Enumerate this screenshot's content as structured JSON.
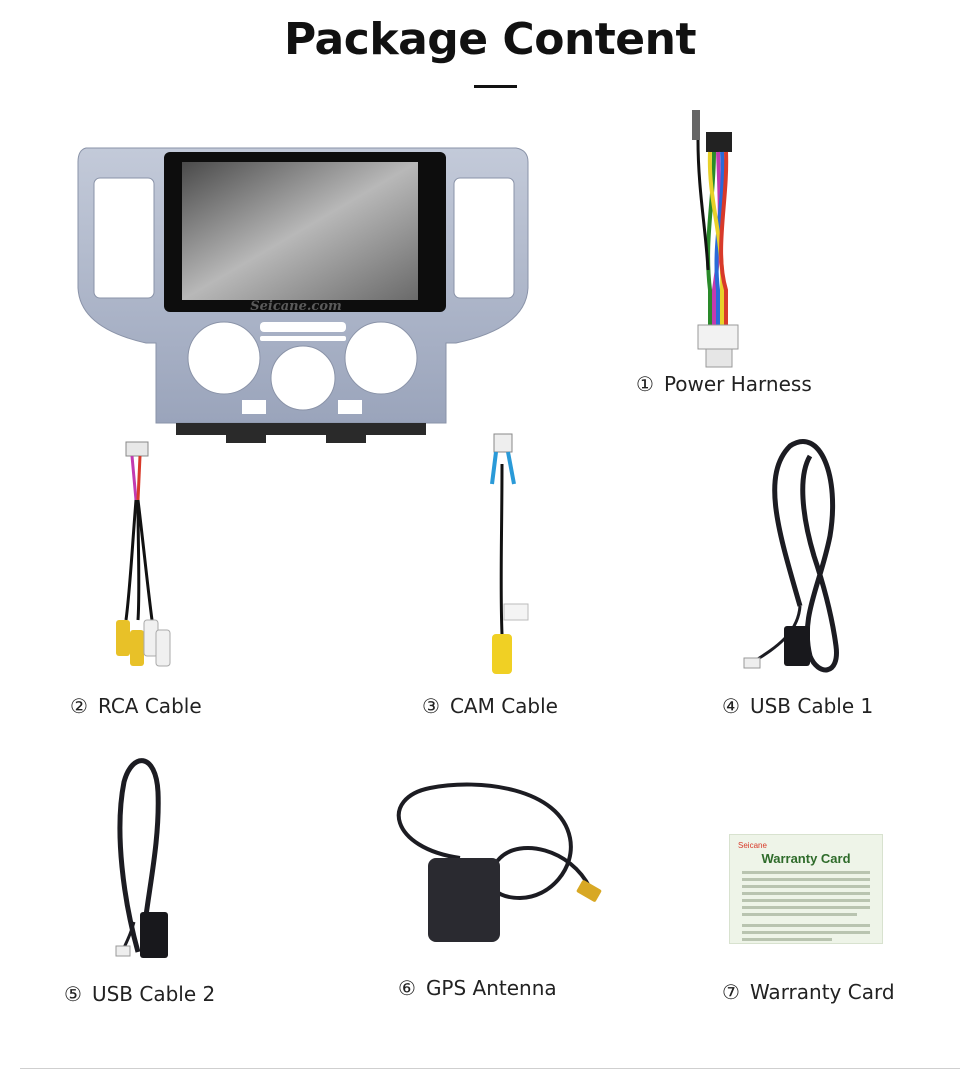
{
  "page": {
    "title": "Package Content"
  },
  "items": [
    {
      "num": "①",
      "label": "Power Harness"
    },
    {
      "num": "②",
      "label": "RCA Cable"
    },
    {
      "num": "③",
      "label": "CAM Cable"
    },
    {
      "num": "④",
      "label": "USB Cable 1"
    },
    {
      "num": "⑤",
      "label": "USB Cable 2"
    },
    {
      "num": "⑥",
      "label": "GPS Antenna"
    },
    {
      "num": "⑦",
      "label": "Warranty Card"
    }
  ],
  "head_unit": {
    "watermark": "Seicane.com"
  },
  "warranty_card": {
    "brand": "Seicane",
    "heading": "Warranty Card"
  },
  "colors": {
    "frame": "#a9b3c9",
    "screen": "#9a9a9a",
    "cable": "#1c1c22",
    "card_bg": "#eef4e8",
    "card_heading": "#2e6b2a"
  }
}
